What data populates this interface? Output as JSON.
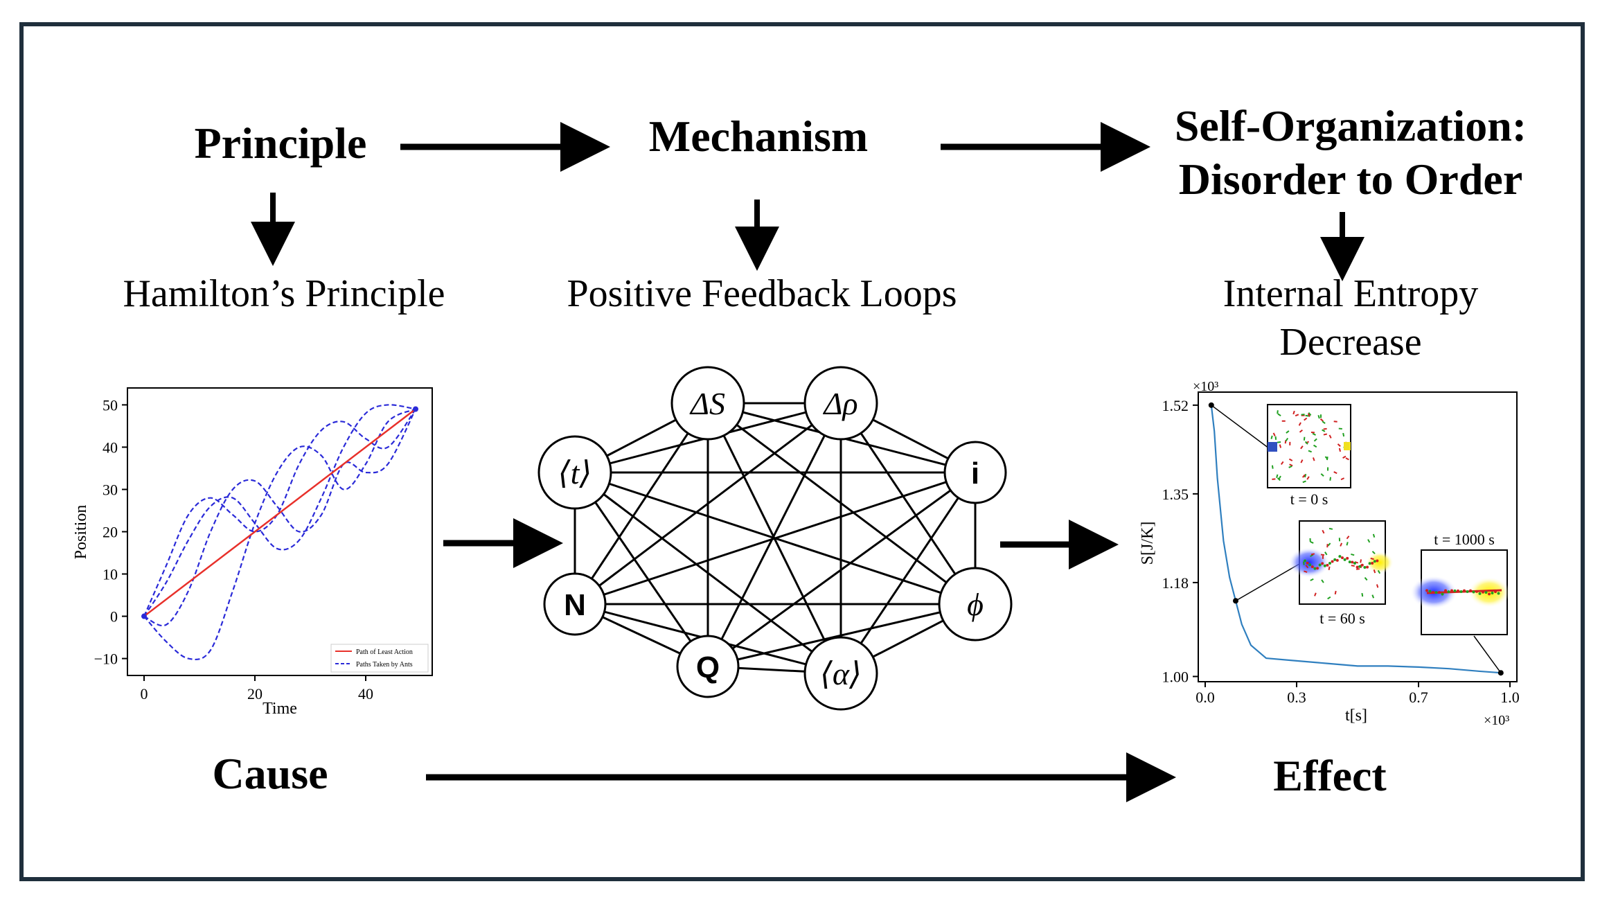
{
  "headers": {
    "principle": "Principle",
    "mechanism": "Mechanism",
    "self_org_line1": "Self-Organization:",
    "self_org_line2": "Disorder to Order"
  },
  "subheaders": {
    "hamilton": "Hamilton’s Principle",
    "feedback": "Positive Feedback Loops",
    "entropy_line1": "Internal Entropy",
    "entropy_line2": "Decrease"
  },
  "footer": {
    "cause": "Cause",
    "effect": "Effect"
  },
  "network": {
    "nodes": [
      "ΔS",
      "Δρ",
      "i",
      "ϕ",
      "⟨α⟩",
      "Q",
      "N",
      "⟨t⟩"
    ]
  },
  "chart_data": [
    {
      "type": "line",
      "xlabel": "Time",
      "ylabel": "Position",
      "xlim": [
        -3,
        52
      ],
      "ylim": [
        -14,
        54
      ],
      "xticks": [
        0,
        20,
        40
      ],
      "yticks": [
        50,
        40,
        30,
        20,
        10,
        0,
        -10
      ],
      "ytick_labels": [
        "50",
        "40",
        "30",
        "20",
        "10",
        "0",
        "−10"
      ],
      "legend_position": "lower-right",
      "series": [
        {
          "name": "Path of Least Action",
          "color": "#e8302a",
          "style": "solid",
          "x": [
            0,
            49
          ],
          "y": [
            0,
            49
          ]
        },
        {
          "name": "Paths Taken by Ants",
          "color": "#2a2ad8",
          "style": "dashed",
          "paths": [
            {
              "x": [
                0,
                4,
                8,
                12,
                16,
                20,
                24,
                28,
                32,
                36,
                40,
                44,
                49
              ],
              "y": [
                0,
                12,
                24,
                28,
                24,
                20,
                24,
                36,
                44,
                46,
                42,
                40,
                49
              ]
            },
            {
              "x": [
                0,
                4,
                8,
                12,
                16,
                20,
                24,
                28,
                32,
                36,
                40,
                44,
                49
              ],
              "y": [
                0,
                8,
                18,
                26,
                28,
                22,
                16,
                18,
                28,
                40,
                48,
                50,
                49
              ]
            },
            {
              "x": [
                0,
                4,
                8,
                12,
                16,
                20,
                24,
                28,
                32,
                36,
                40,
                44,
                49
              ],
              "y": [
                0,
                -2,
                6,
                20,
                30,
                32,
                26,
                20,
                24,
                36,
                34,
                36,
                49
              ]
            },
            {
              "x": [
                0,
                4,
                8,
                12,
                16,
                20,
                24,
                28,
                32,
                36,
                40,
                44,
                49
              ],
              "y": [
                0,
                -6,
                -10,
                -8,
                6,
                22,
                34,
                40,
                38,
                30,
                36,
                46,
                49
              ]
            }
          ]
        }
      ]
    },
    {
      "type": "line",
      "xlabel": "t[s]",
      "ylabel": "S[J/K]",
      "x_multiplier": "×10³",
      "y_multiplier": "×10³",
      "xlim": [
        0.0,
        1.0
      ],
      "ylim": [
        0.99,
        1.545
      ],
      "xticks": [
        0.0,
        0.3,
        0.7,
        1.0
      ],
      "yticks": [
        1.52,
        1.35,
        1.18,
        1.0
      ],
      "series": [
        {
          "color": "#2f7fbf",
          "x": [
            0.02,
            0.03,
            0.04,
            0.06,
            0.08,
            0.1,
            0.12,
            0.15,
            0.2,
            0.3,
            0.4,
            0.5,
            0.6,
            0.7,
            0.8,
            0.9,
            0.97
          ],
          "y": [
            1.52,
            1.47,
            1.38,
            1.26,
            1.19,
            1.145,
            1.1,
            1.06,
            1.035,
            1.03,
            1.025,
            1.02,
            1.02,
            1.018,
            1.015,
            1.01,
            1.007
          ]
        }
      ],
      "annotations": [
        {
          "label": "t = 0 s",
          "x": 0.02,
          "y": 1.52
        },
        {
          "label": "t = 60 s",
          "x": 0.1,
          "y": 1.145
        },
        {
          "label": "t = 1000 s",
          "x": 0.97,
          "y": 1.007
        }
      ]
    }
  ]
}
